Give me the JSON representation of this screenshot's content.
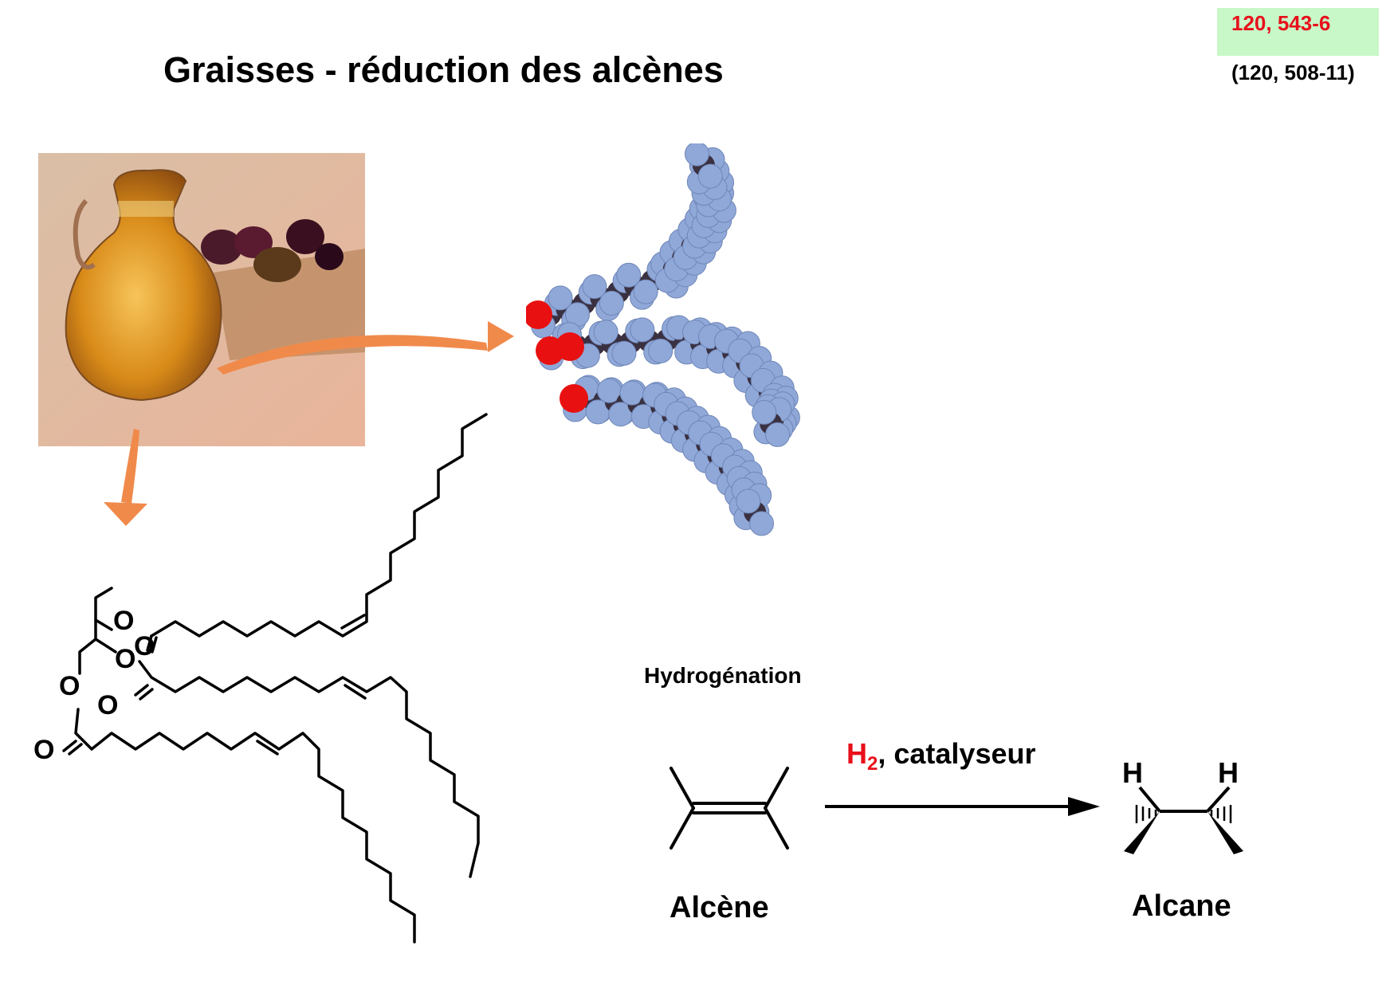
{
  "slide": {
    "title": "Graisses - réduction des alcènes",
    "ref_main": "120, 543-6",
    "ref_alt": "(120, 508-11)",
    "ref_color": "#e8101a",
    "badge_color": "#c8f7c8"
  },
  "triglyceride": {
    "atom_O": "O"
  },
  "reaction": {
    "section_label": "Hydrogénation",
    "reagent_h": "H",
    "reagent_sub": "2",
    "reagent_rest": ", catalyseur",
    "reactant_label": "Alcène",
    "product_label": "Alcane",
    "product_h": "H"
  },
  "images": {
    "photo": "olive-oil-jug-photo",
    "model": "triglyceride-space-filling-model"
  },
  "colors": {
    "arrow_orange": "#f08a4b",
    "oxygen": "#e81010",
    "hydrogen": "#8fa8d8",
    "carbon": "#3a3040"
  }
}
